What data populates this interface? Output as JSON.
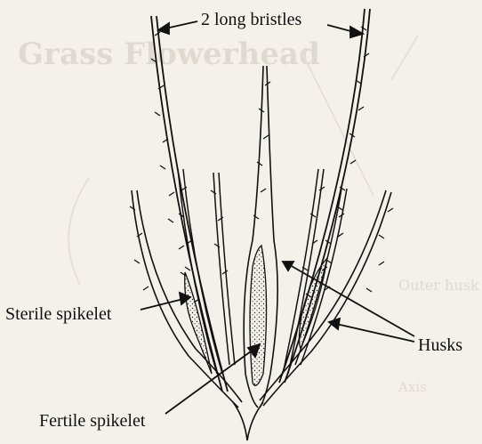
{
  "labels": {
    "bristles": "2 long bristles",
    "sterile": "Sterile spikelet",
    "husks": "Husks",
    "fertile": "Fertile spikelet"
  },
  "background_text": {
    "title": "Grass Flowerhead",
    "right_words": [
      "Outer husk",
      "Axis"
    ]
  },
  "colors": {
    "background": "#f4f1ea",
    "ink": "#111111",
    "ghost": "#cfc9bd"
  }
}
